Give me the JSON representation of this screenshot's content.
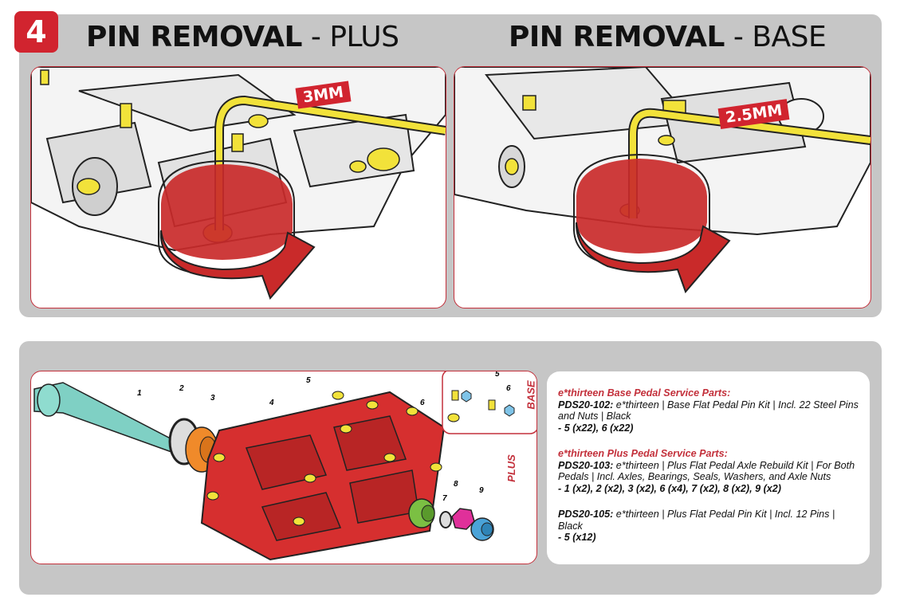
{
  "step": {
    "number": "4"
  },
  "headings": {
    "plus": {
      "bold": "PIN REMOVAL",
      "rest": " - PLUS"
    },
    "base": {
      "bold": "PIN REMOVAL",
      "rest": " - BASE"
    }
  },
  "tool_labels": {
    "plus": "3MM",
    "base": "2.5MM"
  },
  "exploded_view": {
    "side_label_plus": "PLUS",
    "side_label_base": "BASE",
    "callouts": [
      "1",
      "2",
      "3",
      "4",
      "5",
      "6",
      "7",
      "8",
      "9"
    ],
    "inset_callouts": [
      "5",
      "6"
    ]
  },
  "parts": {
    "base": {
      "heading": "e*thirteen Base Pedal Service Parts:",
      "items": [
        {
          "part_no": "PDS20-102:",
          "desc": " e*thirteen | Base Flat Pedal Pin Kit | Incl. 22 Steel Pins and Nuts | Black",
          "qty": "- 5 (x22), 6 (x22)"
        }
      ]
    },
    "plus": {
      "heading": "e*thirteen Plus Pedal Service Parts:",
      "items": [
        {
          "part_no": "PDS20-103:",
          "desc": " e*thirteen | Plus Flat Pedal Axle Rebuild Kit | For Both Pedals  | Incl. Axles, Bearings, Seals, Washers, and Axle Nuts",
          "qty": "- 1 (x2), 2 (x2), 3 (x2), 6 (x4), 7 (x2), 8 (x2), 9 (x2)"
        },
        {
          "part_no": "PDS20-105:",
          "desc": " e*thirteen | Plus Flat Pedal Pin Kit | Incl. 12 Pins | Black",
          "qty": "- 5 (x12)"
        }
      ]
    }
  },
  "colors": {
    "accent_red": "#d1242f",
    "panel_gray": "#c6c6c6",
    "pin_yellow": "#f2e23a",
    "pedal_red": "#d62f2f",
    "axle_teal": "#7fd0c4",
    "bearing_orange": "#f08a2a",
    "washer_green": "#7bc043",
    "nut_magenta": "#e0309a",
    "cap_blue": "#4aa3d8"
  }
}
